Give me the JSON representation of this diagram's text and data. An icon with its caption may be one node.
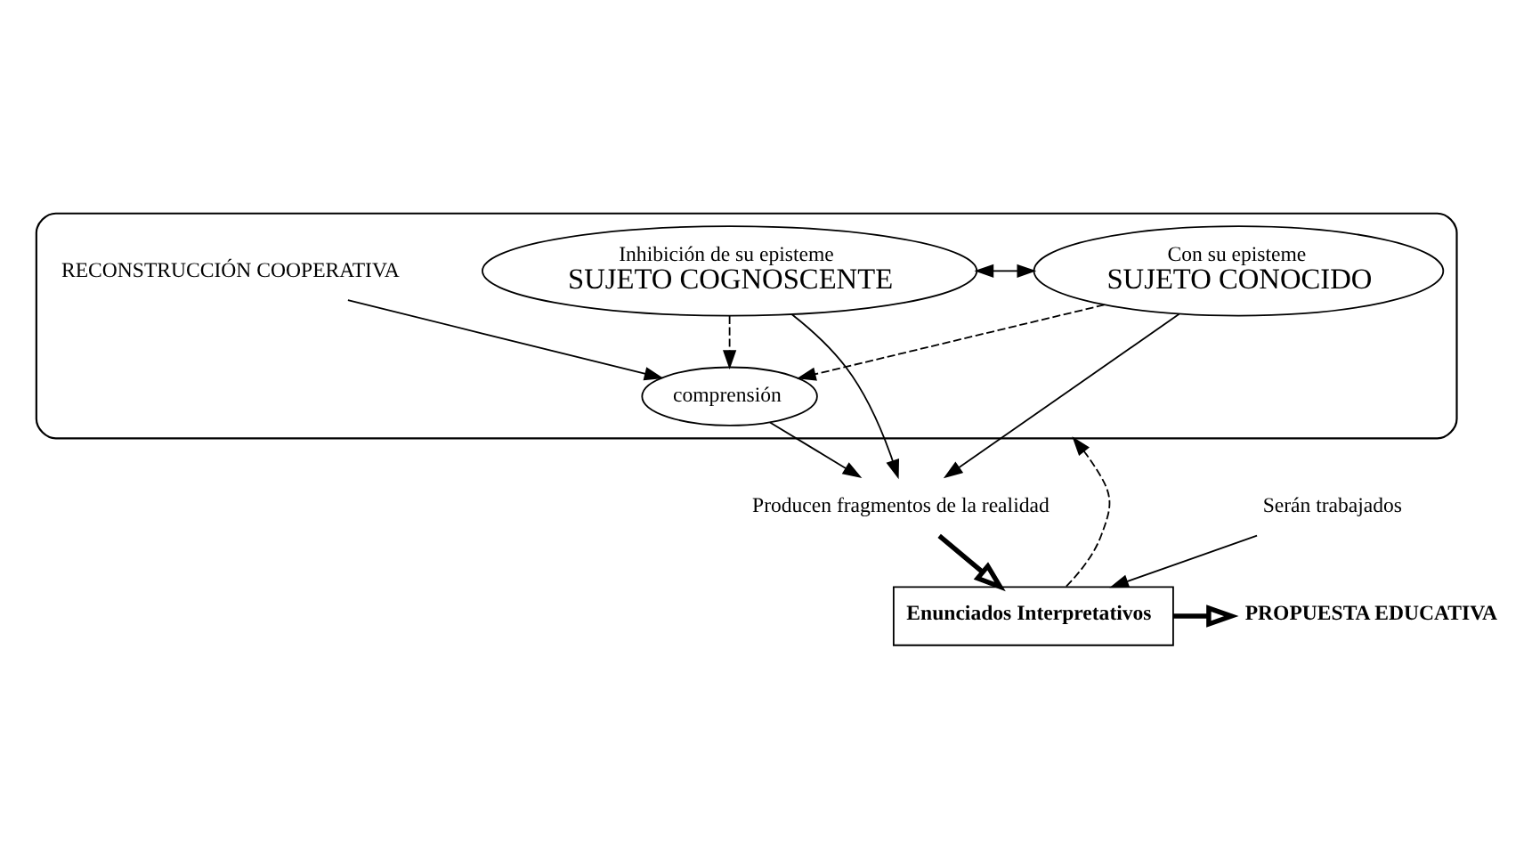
{
  "diagram": {
    "nodes": [
      {
        "text": [],
        "shape": "ellipse"
      },
      {
        "text": [
          "Inhibición de su episteme",
          "SUJETO COGNOSCENTE"
        ],
        "in": 0
      },
      {
        "text": [
          "RECONSTRUCCIÓN COOPERATIVA"
        ],
        "in": 0
      },
      {
        "text": [
          "Con su episteme",
          "SUJETO CONOCIDO"
        ],
        "in": 0
      },
      {
        "text": [
          "comprensión"
        ],
        "in": 0
      },
      {
        "text": [
          "Producen fragmentos de la realidad"
        ]
      },
      {
        "text": [
          "Serán trabajados"
        ]
      },
      {
        "text": [
          "Enunciados Interpretativos"
        ]
      },
      {
        "text": [
          "PROPUESTA EDUCATIVA"
        ]
      }
    ],
    "edges": [
      {
        "from": 1,
        "to": 3,
        "arrow": "both"
      },
      {
        "from": 2,
        "to": 4,
        "arrow": "to"
      },
      {
        "from": 1,
        "to": 4,
        "arrow": "to",
        "style": "dashed"
      },
      {
        "from": 3,
        "to": 4,
        "arrow": "to",
        "style": "dashed"
      },
      {
        "from": 1,
        "to": 5,
        "arrow": "to"
      },
      {
        "from": 4,
        "to": 5,
        "arrow": "to"
      },
      {
        "from": 3,
        "to": 5,
        "arrow": "to"
      },
      {
        "from": 5,
        "to": 7,
        "arrow": "to",
        "style": "thick"
      },
      {
        "from": 6,
        "to": 7,
        "arrow": "to"
      },
      {
        "from": 7,
        "to": 8,
        "arrow": "to",
        "style": "thick"
      },
      {
        "from": 7,
        "to": 0,
        "arrow": "to",
        "style": "dashed"
      }
    ]
  }
}
